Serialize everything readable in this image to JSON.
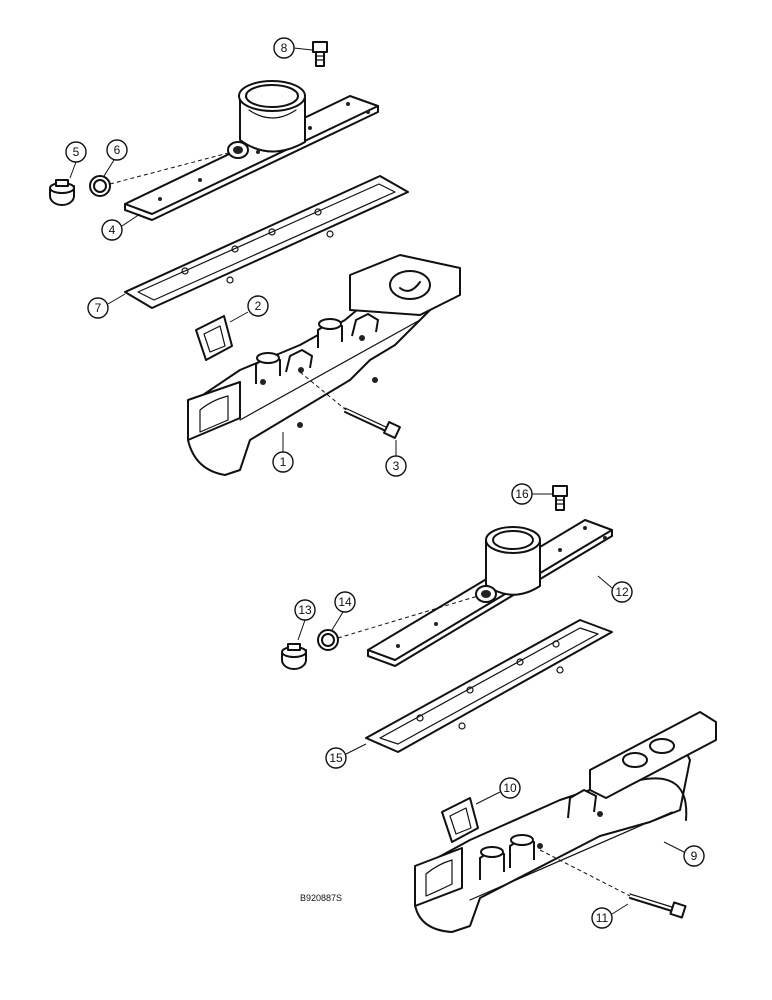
{
  "figure_ref": "B920887S",
  "callouts": {
    "c1": "1",
    "c2": "2",
    "c3": "3",
    "c4": "4",
    "c5": "5",
    "c6": "6",
    "c7": "7",
    "c8": "8",
    "c9": "9",
    "c10": "10",
    "c11": "11",
    "c12": "12",
    "c13": "13",
    "c14": "14",
    "c15": "15",
    "c16": "16"
  }
}
